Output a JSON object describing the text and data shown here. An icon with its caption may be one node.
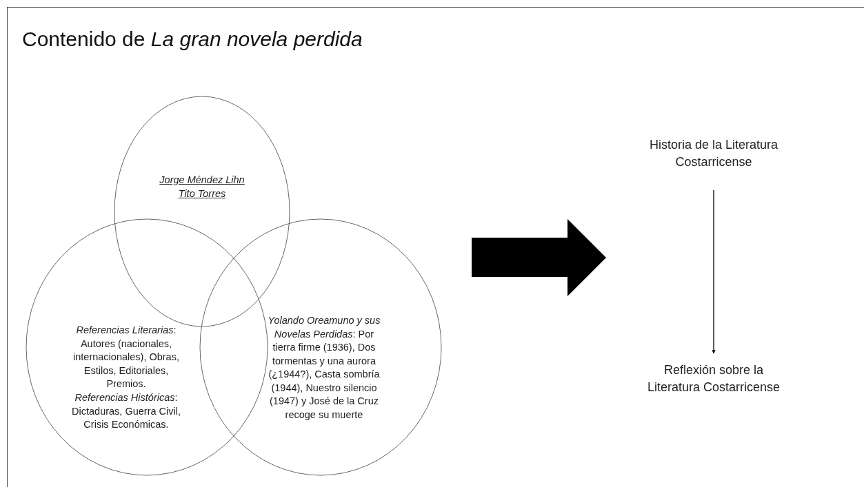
{
  "diagram": {
    "title": "Contenido de *La gran novela perdida*",
    "nodes": [
      {
        "text": [
          "Jorge Méndez Lihn",
          "Tito Torres"
        ]
      },
      {
        "text": [
          "*Referencias Literarias*: Autores (nacionales, internacionales), Obras, Estilos, Editoriales, Premios.",
          "*Referencias Históricas*: Dictaduras, Guerra Civil, Crisis Económicas."
        ]
      },
      {
        "text": [
          "*Yolando Oreamuno y sus Novelas Perdidas*: Por tierra firme (1936), Dos tormentas y una aurora (¿1944?), Casta sombría (1944), Nuestro silencio (1947) y José de la Cruz recoge su muerte"
        ]
      },
      {
        "text": [
          "Historia de la Literatura Costarricense"
        ]
      },
      {
        "text": [
          "Reflexión sobre la Literatura Costarricense"
        ]
      }
    ],
    "edges": [
      {
        "from": 3,
        "to": 4,
        "arrow": "to"
      }
    ]
  }
}
